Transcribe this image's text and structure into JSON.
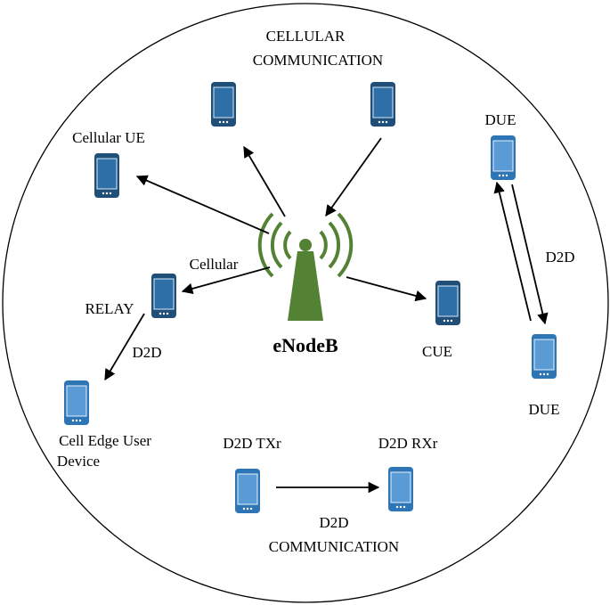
{
  "labels": {
    "cellular_comm_line1": "CELLULAR",
    "cellular_comm_line2": "COMMUNICATION",
    "cellular_ue": "Cellular UE",
    "cellular": "Cellular",
    "relay": "RELAY",
    "d2d_relay": "D2D",
    "enodeb": "eNodeB",
    "cue": "CUE",
    "due_top": "DUE",
    "due_bottom": "DUE",
    "d2d_side": "D2D",
    "cell_edge_line1": "Cell Edge User",
    "cell_edge_line2": "Device",
    "d2d_txr": "D2D TXr",
    "d2d_rxr": "D2D RXr",
    "d2d_comm_line1": "D2D",
    "d2d_comm_line2": "COMMUNICATION"
  },
  "colors": {
    "phone_dark": "#1f4e79",
    "phone_light": "#2e75b6",
    "tower": "#548235",
    "arrow": "#000000"
  },
  "icons": {
    "phone": "smartphone-icon",
    "tower": "cell-tower-icon"
  }
}
